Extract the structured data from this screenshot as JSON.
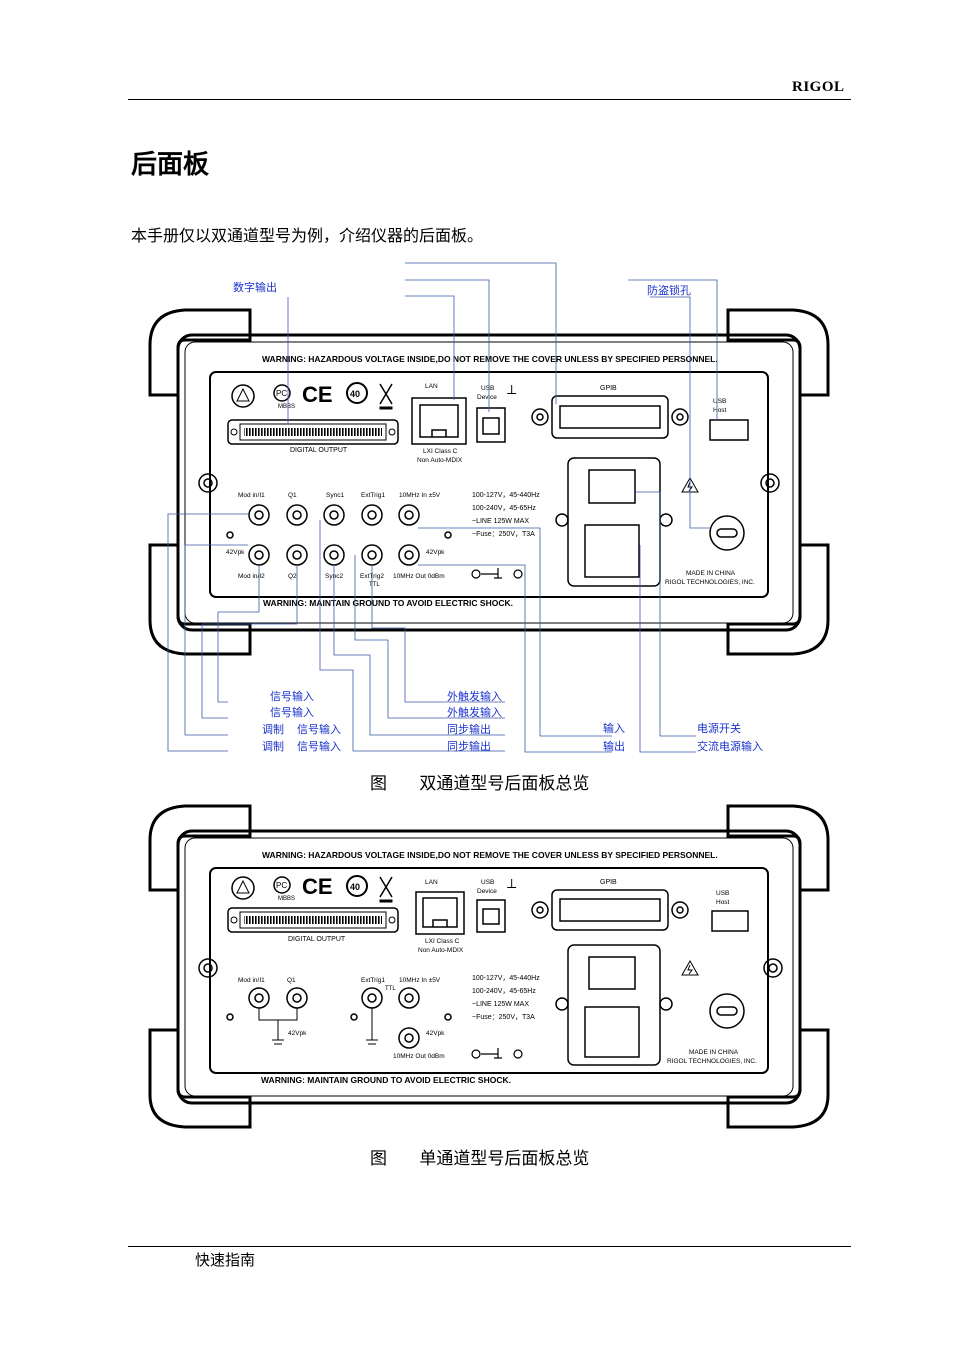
{
  "header": {
    "brand": "RIGOL"
  },
  "page": {
    "title": "后面板",
    "intro": "本手册仅以双通道型号为例，介绍仪器的后面板。"
  },
  "figure1": {
    "caption": "图      双通道型号后面板总览",
    "callouts": {
      "digital_output": "数字输出",
      "anti_theft": "防盗锁孔",
      "signal_in_1": "信号输入",
      "signal_in_2": "信号输入",
      "mod_1": "调制",
      "mod_sig_1": "信号输入",
      "mod_2": "调制",
      "mod_sig_2": "信号输入",
      "ext_trig_1": "外触发输入",
      "ext_trig_2": "外触发输入",
      "sync_out_1": "同步输出",
      "sync_out_2": "同步输出",
      "ref_in": "输入",
      "ref_out": "输出",
      "power_switch": "电源开关",
      "ac_input": "交流电源输入"
    }
  },
  "figure2": {
    "caption": "图      单通道型号后面板总览"
  },
  "panel_text": {
    "warn_top": "WARNING: HAZARDOUS VOLTAGE INSIDE,DO NOT REMOVE THE COVER  UNLESS BY SPECIFIED PERSONNEL.",
    "warn_bottom": "WARNING: MAINTAIN GROUND TO AVOID ELECTRIC SHOCK.",
    "lan": "LAN",
    "usb_device_1": "USB",
    "usb_device_2": "Device",
    "gpib": "GPIB",
    "usb_host_1": "USB",
    "usb_host_2": "Host",
    "digital_output": "DIGITAL OUTPUT",
    "lxi_1": "LXI Class C",
    "lxi_2": "Non Auto-MDIX",
    "mod_in1": "Mod in/I1",
    "q1": "Q1",
    "sync1": "Sync1",
    "exttrig1": "ExtTrig1",
    "ref_in": "10MHz In ±5V",
    "mod_in2": "Mod in/I2",
    "q2": "Q2",
    "sync2": "Sync2",
    "exttrig2": "ExtTrig2",
    "ttl": "TTL",
    "ref_out": "10MHz Out 0dBm",
    "vpk": "42Vpk",
    "power_1": "100-127V，45-440Hz",
    "power_2": "100-240V，45-65Hz",
    "power_3": "~LINE 125W MAX",
    "power_4": "~Fuse：250V，T3A",
    "made_1": "MADE IN CHINA",
    "made_2": "RIGOL TECHNOLOGIES, INC.",
    "mbbs": "MBBS"
  },
  "footer": {
    "text": "快速指南"
  }
}
